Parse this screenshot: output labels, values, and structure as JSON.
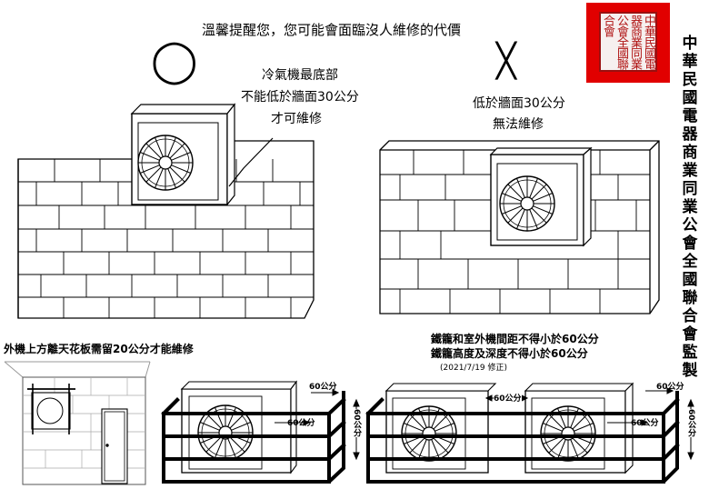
{
  "notice": "溫馨提醒您，您可能會面臨沒人維修的代價",
  "ok_mark": "◯",
  "ng_mark": "╳",
  "ok_caption": [
    "冷氣機最底部",
    "不能低於牆面30公分",
    "才可維修"
  ],
  "ng_caption": [
    "低於牆面30公分",
    "無法維修"
  ],
  "org_title": "中華民國電器商業同業公會全國聯合會監製",
  "seal_text": "中華民國電器商業同業公會全國聯合會",
  "ceiling_note": "外機上方離天花板需留20公分才能維修",
  "cage_notes": [
    "鐵籠和室外機間距不得小於60公分",
    "鐵籠高度及深度不得小於60公分"
  ],
  "revision": "(2021/7/19 修正)",
  "dim_label": "60公分",
  "colors": {
    "seal_red": "#e10000",
    "line": "#000000"
  }
}
